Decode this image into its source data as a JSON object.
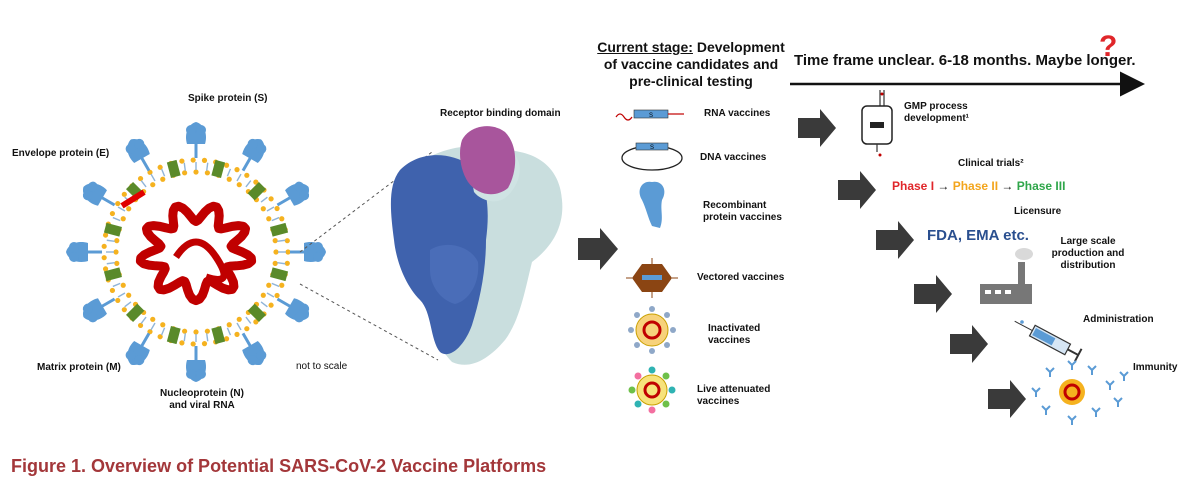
{
  "virus": {
    "spike_label": "Spike protein (S)",
    "envelope_label": "Envelope protein (E)",
    "matrix_label": "Matrix protein (M)",
    "nucleo_label": "Nucleoprotein (N) and viral RNA",
    "scale_note": "not to scale"
  },
  "protein": {
    "rbd_label": "Receptor binding domain"
  },
  "stage": {
    "prefix": "Current stage:",
    "text": " Development of vaccine candidates and pre-clinical testing"
  },
  "platforms": [
    {
      "label": "RNA vaccines"
    },
    {
      "label": "DNA vaccines"
    },
    {
      "label": "Recombinant protein vaccines"
    },
    {
      "label": "Vectored vaccines"
    },
    {
      "label": "Inactivated vaccines"
    },
    {
      "label": "Live attenuated vaccines"
    }
  ],
  "icon_letter": "S",
  "timeline": {
    "text": "Time frame unclear. 6-18 months. Maybe longer.",
    "mark": "?"
  },
  "steps": {
    "gmp": "GMP process development¹",
    "trials": "Clinical trials²",
    "phase1": "Phase I",
    "phase2": "Phase II",
    "phase3": "Phase III",
    "arrow": " → ",
    "licensure": "Licensure",
    "agencies": "FDA, EMA etc.",
    "production": "Large scale production and distribution",
    "administration": "Administration",
    "immunity": "Immunity"
  },
  "colors": {
    "caption": "#a3373a",
    "phase1": "#e0262a",
    "phase2": "#f3a51c",
    "phase3": "#2fa64a",
    "spike": "#5b9bd5",
    "rna": "#c00000",
    "membrane": "#f5b21f",
    "matrix": "#5a8a2a"
  },
  "caption": "Figure 1.  Overview of Potential SARS-CoV-2 Vaccine Platforms"
}
